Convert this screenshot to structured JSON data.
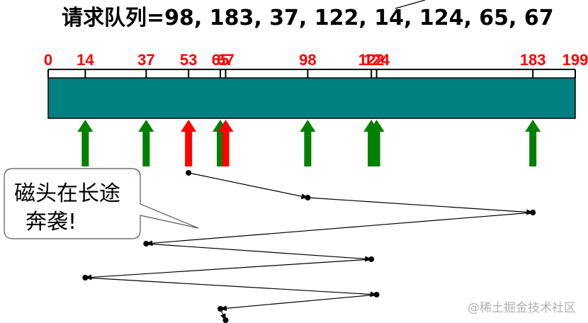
{
  "title": "请求队列=98, 183, 37, 122, 14, 124, 65, 67",
  "disk": {
    "range": [
      0,
      199
    ],
    "start": 53,
    "bar_color": "#008080",
    "tick_labels": [
      "0",
      "14",
      "37",
      "53",
      "65",
      "67",
      "98",
      "122",
      "124",
      "183",
      "199"
    ]
  },
  "arrows": [
    {
      "track": 14,
      "color": "#008000"
    },
    {
      "track": 37,
      "color": "#008000"
    },
    {
      "track": 53,
      "color": "#ff0000"
    },
    {
      "track": 65,
      "color": "#008000"
    },
    {
      "track": 67,
      "color": "#ff0000"
    },
    {
      "track": 98,
      "color": "#008000"
    },
    {
      "track": 122,
      "color": "#008000"
    },
    {
      "track": 124,
      "color": "#008000"
    },
    {
      "track": 183,
      "color": "#008000"
    }
  ],
  "head_path": [
    53,
    98,
    183,
    37,
    122,
    14,
    124,
    65,
    67
  ],
  "callout": {
    "line1": "磁头在长途",
    "line2": "奔袭!"
  },
  "watermark": "@稀土掘金技术社区"
}
